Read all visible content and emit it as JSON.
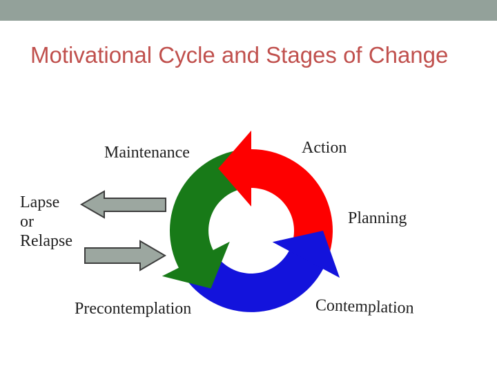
{
  "slide": {
    "title": "Motivational Cycle and Stages of Change",
    "colors": {
      "top_band": "#93a19a",
      "title_text": "#c0504d",
      "arrow_red": "#fe0000",
      "arrow_green": "#187a18",
      "arrow_blue": "#1313dc",
      "gray_fill": "#9ca7a0",
      "gray_stroke": "#3d3d3d",
      "label_text": "#1f1f1f"
    },
    "cycle": {
      "direction": "counterclockwise",
      "stages": [
        {
          "label": "Maintenance",
          "position": "top-left"
        },
        {
          "label": "Action",
          "position": "top-right"
        },
        {
          "label": "Planning",
          "position": "right"
        },
        {
          "label": "Contemplation",
          "position": "bottom-right"
        },
        {
          "label": "Precontemplation",
          "position": "bottom-left"
        },
        {
          "label": "Lapse\nor\nRelapse",
          "position": "left"
        }
      ],
      "cycle_arrows": [
        {
          "name": "red-arc-arrow",
          "color_key": "arrow_red",
          "position": "top"
        },
        {
          "name": "green-arc-arrow",
          "color_key": "arrow_green",
          "position": "left"
        },
        {
          "name": "blue-arc-arrow",
          "color_key": "arrow_blue",
          "position": "bottom-right"
        }
      ],
      "gray_arrows": [
        {
          "name": "lapse-exit-arrow",
          "direction": "left"
        },
        {
          "name": "reentry-arrow",
          "direction": "right"
        }
      ]
    }
  }
}
